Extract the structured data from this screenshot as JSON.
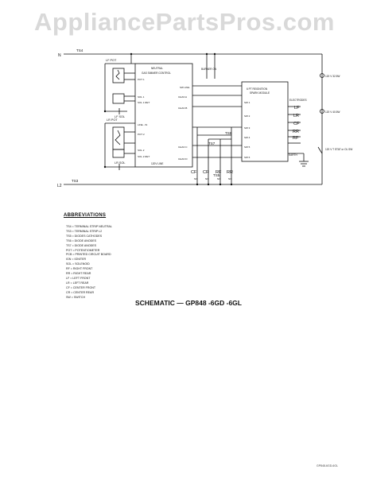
{
  "watermark": "AppliancePartsPros.com",
  "title": "SCHEMATIC — GP848 -6GD -6GL",
  "labels": {
    "n": "N",
    "l2": "L2",
    "ts4": "TS4",
    "ts3": "TS3",
    "ts5": "TS5",
    "ts6": "TS6",
    "ts7": "TS7",
    "lf_pot": "LF POT",
    "lf_sol": "LF SOL",
    "lr_pot": "LR POT",
    "lr_sol": "LR SOL",
    "control_a": "NEUTRAL",
    "control_b": "GAS SIMMER CONTROL",
    "spark_a": "6 PT REIGNITION",
    "spark_b": "SPARK MODULE",
    "burner_on": "BURNER ON",
    "electrodes": "ELECTRODES",
    "lf": "LF",
    "lr": "LR",
    "cf": "CF",
    "rr": "RR",
    "rf": "RF",
    "cr": "CR",
    "earth": "EARTH",
    "lamp1": "120 V 32.5W",
    "lamp2": "120 V 40.5W",
    "thermo": "120 V T STAT or OL SW",
    "line_120v": "120V LINE",
    "sw_line": "SW LINE",
    "chan_a": "CHAN A",
    "chan_b": "CHAN B",
    "chan_c": "CHAN C",
    "chan_d": "CHAN D",
    "pot1": "POT 1",
    "pot2": "POT 2",
    "sol1": "SOL 1",
    "sol2": "SOL 2",
    "sol1_ret": "SOL 1 RET",
    "sol2_ret": "SOL 2 RET",
    "line_in": "LINE - IN",
    "sw1": "SW 1",
    "sw2": "SW 2",
    "sw3": "SW 3",
    "sw4": "SW 4",
    "sw5": "SW 5",
    "sw6": "SW 6",
    "no": "NO"
  },
  "abbreviations": {
    "heading": "ABBREVIATIONS",
    "items": [
      "TS4 = TERMINAL STRIP NEUTRAL",
      "TS3 = TERMINAL STRIP L2",
      "TS5 = DIODES CATHODES",
      "TS6 = DIODE ANODES",
      "TS7 = DIODE ANODES",
      "POT = POTENTIOMETER",
      "PCB = PRINTED CIRCUIT BOARD",
      "IGN = IGNITER",
      "SOL = SOLENOID",
      "RF = RIGHT FRONT",
      "RR = RIGHT REAR",
      "LF = LEFT FRONT",
      "LR = LEFT REAR",
      "CF = CENTER FRONT",
      "CR = CENTER REAR",
      "SW = SWITCH"
    ]
  },
  "footer": "GP848-6GD-6GL"
}
